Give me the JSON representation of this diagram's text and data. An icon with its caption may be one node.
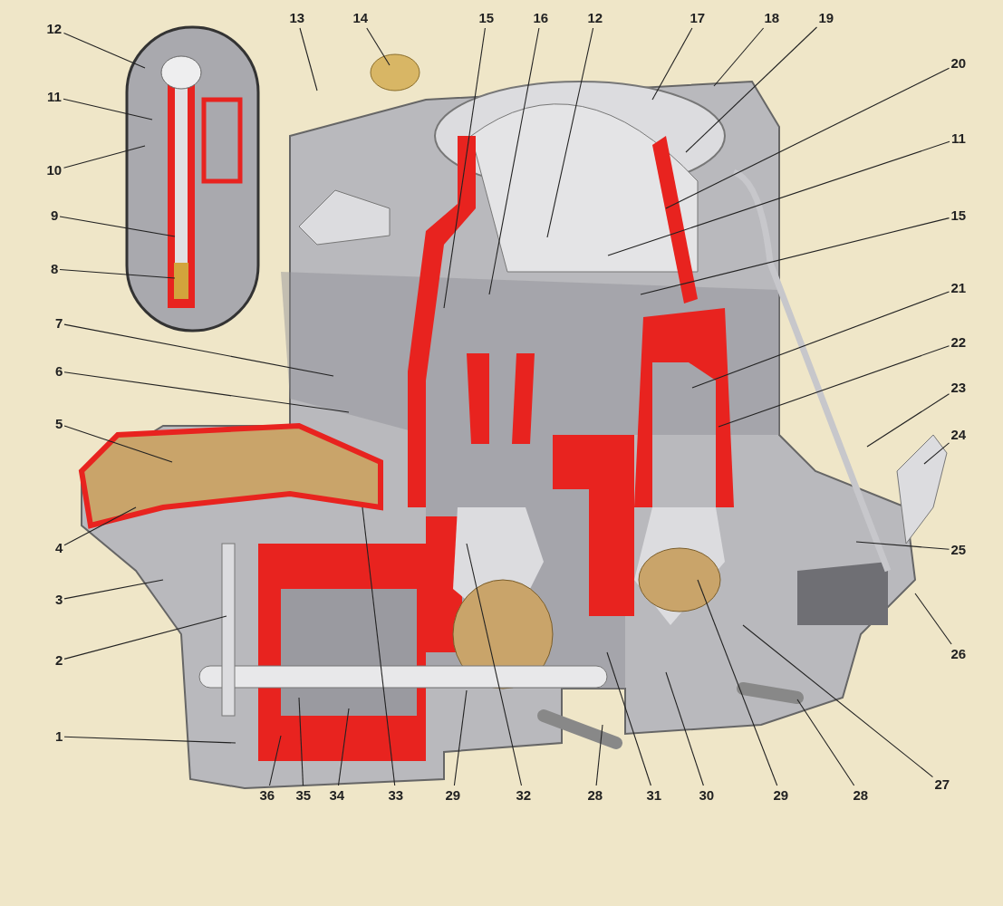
{
  "diagram": {
    "nodes": [
      {
        "text": [
          "12"
        ]
      },
      {
        "text": [
          "11"
        ]
      },
      {
        "text": [
          "10"
        ]
      },
      {
        "text": [
          "9"
        ]
      },
      {
        "text": [
          "8"
        ]
      },
      {
        "text": [
          "7"
        ]
      },
      {
        "text": [
          "6"
        ]
      },
      {
        "text": [
          "5"
        ]
      },
      {
        "text": [
          "4"
        ]
      },
      {
        "text": [
          "3"
        ]
      },
      {
        "text": [
          "2"
        ]
      },
      {
        "text": [
          "1"
        ]
      },
      {
        "text": [
          "13"
        ]
      },
      {
        "text": [
          "14"
        ]
      },
      {
        "text": [
          "15"
        ]
      },
      {
        "text": [
          "16"
        ]
      },
      {
        "text": [
          "12"
        ]
      },
      {
        "text": [
          "17"
        ]
      },
      {
        "text": [
          "18"
        ]
      },
      {
        "text": [
          "19"
        ]
      },
      {
        "text": [
          "20"
        ]
      },
      {
        "text": [
          "11"
        ]
      },
      {
        "text": [
          "15"
        ]
      },
      {
        "text": [
          "21"
        ]
      },
      {
        "text": [
          "22"
        ]
      },
      {
        "text": [
          "23"
        ]
      },
      {
        "text": [
          "24"
        ]
      },
      {
        "text": [
          "25"
        ]
      },
      {
        "text": [
          "26"
        ]
      },
      {
        "text": [
          "36"
        ]
      },
      {
        "text": [
          "35"
        ]
      },
      {
        "text": [
          "34"
        ]
      },
      {
        "text": [
          "33"
        ]
      },
      {
        "text": [
          "29"
        ]
      },
      {
        "text": [
          "32"
        ]
      },
      {
        "text": [
          "28"
        ]
      },
      {
        "text": [
          "31"
        ]
      },
      {
        "text": [
          "30"
        ]
      },
      {
        "text": [
          "29"
        ]
      },
      {
        "text": [
          "28"
        ]
      },
      {
        "text": [
          "27"
        ]
      }
    ],
    "edges": [
      {
        "from": 0,
        "to": null,
        "arrow": "none"
      },
      {
        "from": 1,
        "to": null,
        "arrow": "none"
      },
      {
        "from": 2,
        "to": null,
        "arrow": "none"
      },
      {
        "from": 3,
        "to": null,
        "arrow": "none"
      },
      {
        "from": 4,
        "to": null,
        "arrow": "none"
      },
      {
        "from": 5,
        "to": null,
        "arrow": "none"
      },
      {
        "from": 6,
        "to": null,
        "arrow": "none"
      },
      {
        "from": 7,
        "to": null,
        "arrow": "none"
      },
      {
        "from": 8,
        "to": null,
        "arrow": "none"
      },
      {
        "from": 9,
        "to": null,
        "arrow": "none"
      },
      {
        "from": 10,
        "to": null,
        "arrow": "none"
      },
      {
        "from": 11,
        "to": null,
        "arrow": "none"
      },
      {
        "from": 12,
        "to": null,
        "arrow": "none"
      },
      {
        "from": 13,
        "to": null,
        "arrow": "none"
      },
      {
        "from": 14,
        "to": null,
        "arrow": "none"
      },
      {
        "from": 15,
        "to": null,
        "arrow": "none"
      },
      {
        "from": 16,
        "to": null,
        "arrow": "none"
      },
      {
        "from": 17,
        "to": null,
        "arrow": "none"
      },
      {
        "from": 18,
        "to": null,
        "arrow": "none"
      },
      {
        "from": 19,
        "to": null,
        "arrow": "none"
      },
      {
        "from": 20,
        "to": null,
        "arrow": "none"
      },
      {
        "from": 21,
        "to": null,
        "arrow": "none"
      },
      {
        "from": 22,
        "to": null,
        "arrow": "none"
      },
      {
        "from": 23,
        "to": null,
        "arrow": "none"
      },
      {
        "from": 24,
        "to": null,
        "arrow": "none"
      },
      {
        "from": 25,
        "to": null,
        "arrow": "none"
      },
      {
        "from": 26,
        "to": null,
        "arrow": "none"
      },
      {
        "from": 27,
        "to": null,
        "arrow": "none"
      },
      {
        "from": 28,
        "to": null,
        "arrow": "none"
      },
      {
        "from": 29,
        "to": null,
        "arrow": "none"
      },
      {
        "from": 30,
        "to": null,
        "arrow": "none"
      },
      {
        "from": 31,
        "to": null,
        "arrow": "none"
      },
      {
        "from": 32,
        "to": null,
        "arrow": "none"
      },
      {
        "from": 33,
        "to": null,
        "arrow": "none"
      },
      {
        "from": 34,
        "to": null,
        "arrow": "none"
      },
      {
        "from": 35,
        "to": null,
        "arrow": "none"
      },
      {
        "from": 36,
        "to": null,
        "arrow": "none"
      },
      {
        "from": 37,
        "to": null,
        "arrow": "none"
      },
      {
        "from": 38,
        "to": null,
        "arrow": "none"
      },
      {
        "from": 39,
        "to": null,
        "arrow": "none"
      },
      {
        "from": 40,
        "to": null,
        "arrow": "none"
      }
    ]
  }
}
